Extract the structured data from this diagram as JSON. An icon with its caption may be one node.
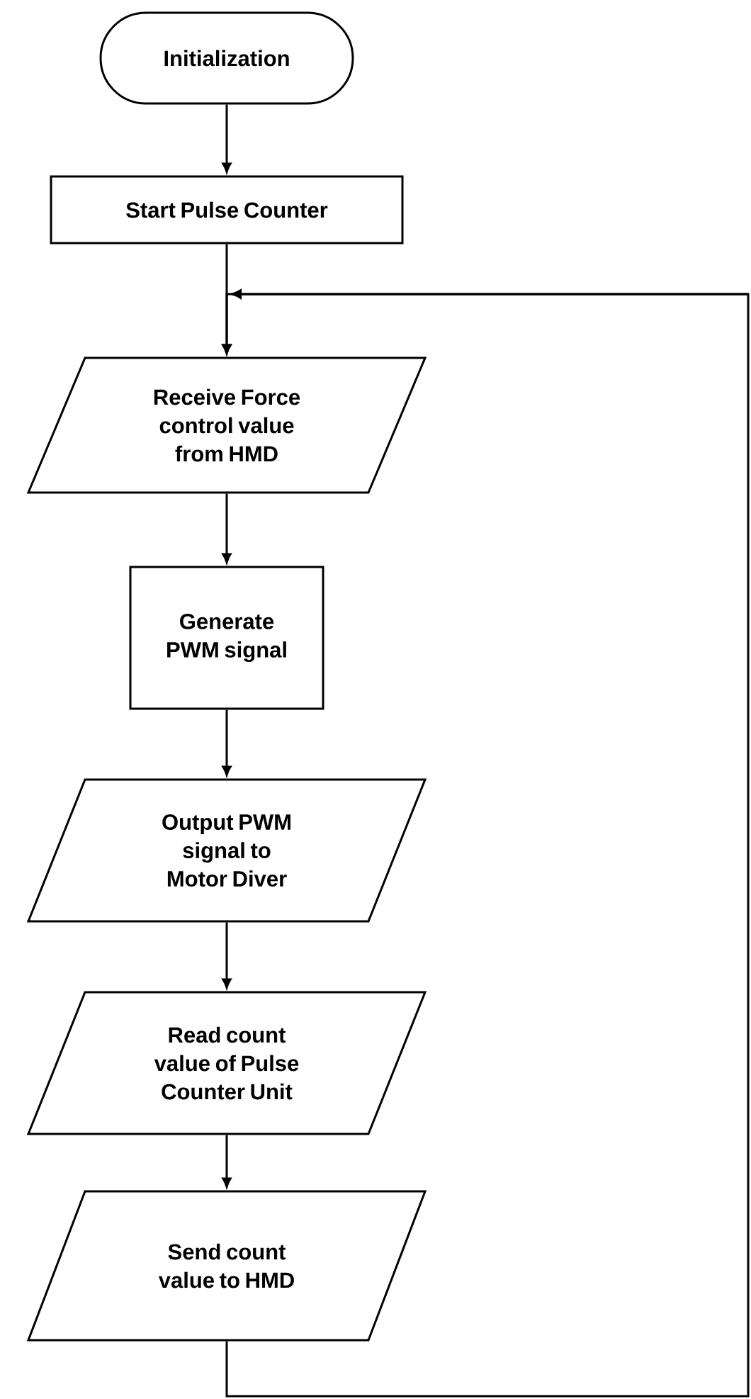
{
  "diagram": {
    "nodes": [
      {
        "text": [
          "Initialization"
        ]
      },
      {
        "text": [
          "Start Pulse Counter"
        ]
      },
      {
        "text": [
          "Receive Force control value from HMD"
        ]
      },
      {
        "text": [
          "Generate PWM signal"
        ]
      },
      {
        "text": [
          "Output PWM signal to Motor Diver"
        ]
      },
      {
        "text": [
          "Read count value of Pulse Counter Unit"
        ]
      },
      {
        "text": [
          "Send count value to HMD"
        ]
      }
    ],
    "edges": [
      {
        "from": 0,
        "to": 1,
        "arrow": "to"
      },
      {
        "from": 1,
        "to": 2,
        "arrow": "to"
      },
      {
        "from": 2,
        "to": 3,
        "arrow": "to"
      },
      {
        "from": 3,
        "to": 4,
        "arrow": "to"
      },
      {
        "from": 4,
        "to": 5,
        "arrow": "to"
      },
      {
        "from": 5,
        "to": 6,
        "arrow": "to"
      },
      {
        "from": 6,
        "to": 2,
        "arrow": "to"
      }
    ]
  }
}
